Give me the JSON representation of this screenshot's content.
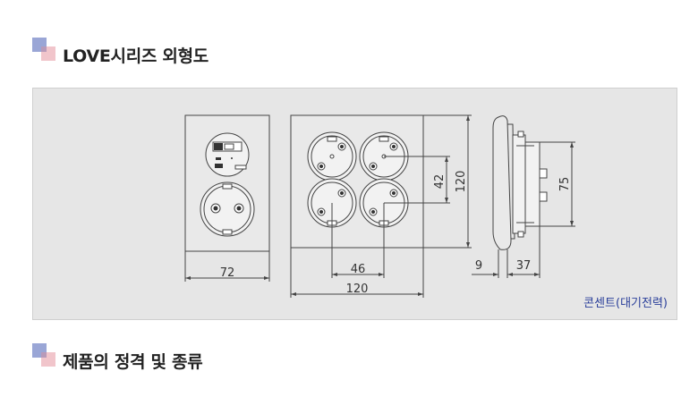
{
  "headings": [
    {
      "text": "LOVE시리즈 외형도"
    },
    {
      "text": "제품의 정격 및 종류"
    }
  ],
  "drawing": {
    "caption": "콘센트(대기전력)",
    "dimensions": {
      "front_width": "72",
      "socket_spacing_h": "46",
      "socket_spacing_v": "42",
      "plate_width": "120",
      "plate_height": "120",
      "side_front": "9",
      "side_depth": "37",
      "side_height": "75"
    }
  }
}
